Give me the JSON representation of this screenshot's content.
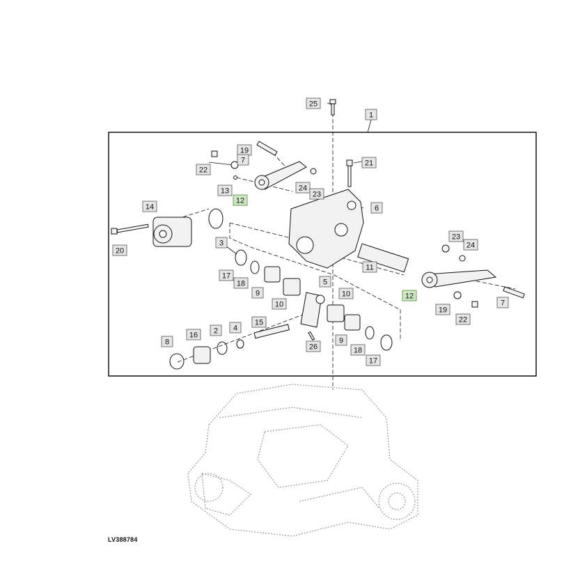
{
  "figure_id": "LV388784",
  "callouts": [
    {
      "label": "25",
      "highlight": false
    },
    {
      "label": "1",
      "highlight": false
    },
    {
      "label": "19",
      "highlight": false
    },
    {
      "label": "7",
      "highlight": false
    },
    {
      "label": "22",
      "highlight": false
    },
    {
      "label": "21",
      "highlight": false
    },
    {
      "label": "13",
      "highlight": false
    },
    {
      "label": "24",
      "highlight": false
    },
    {
      "label": "23",
      "highlight": false
    },
    {
      "label": "12",
      "highlight": true
    },
    {
      "label": "14",
      "highlight": false
    },
    {
      "label": "6",
      "highlight": false
    },
    {
      "label": "20",
      "highlight": false
    },
    {
      "label": "3",
      "highlight": false
    },
    {
      "label": "23",
      "highlight": false
    },
    {
      "label": "24",
      "highlight": false
    },
    {
      "label": "11",
      "highlight": false
    },
    {
      "label": "17",
      "highlight": false
    },
    {
      "label": "18",
      "highlight": false
    },
    {
      "label": "5",
      "highlight": false
    },
    {
      "label": "12",
      "highlight": true
    },
    {
      "label": "9",
      "highlight": false
    },
    {
      "label": "10",
      "highlight": false
    },
    {
      "label": "10",
      "highlight": false
    },
    {
      "label": "7",
      "highlight": false
    },
    {
      "label": "19",
      "highlight": false
    },
    {
      "label": "22",
      "highlight": false
    },
    {
      "label": "15",
      "highlight": false
    },
    {
      "label": "8",
      "highlight": false
    },
    {
      "label": "16",
      "highlight": false
    },
    {
      "label": "2",
      "highlight": false
    },
    {
      "label": "4",
      "highlight": false
    },
    {
      "label": "26",
      "highlight": false
    },
    {
      "label": "9",
      "highlight": false
    },
    {
      "label": "18",
      "highlight": false
    },
    {
      "label": "17",
      "highlight": false
    }
  ],
  "colors": {
    "line": "#111111",
    "part_fill": "#f2f2f2",
    "callout_fill": "#e6e6e6",
    "highlight_fill": "#cfe8c4",
    "highlight_stroke": "#4a8a3c",
    "ghost": "#9a9a9a"
  }
}
